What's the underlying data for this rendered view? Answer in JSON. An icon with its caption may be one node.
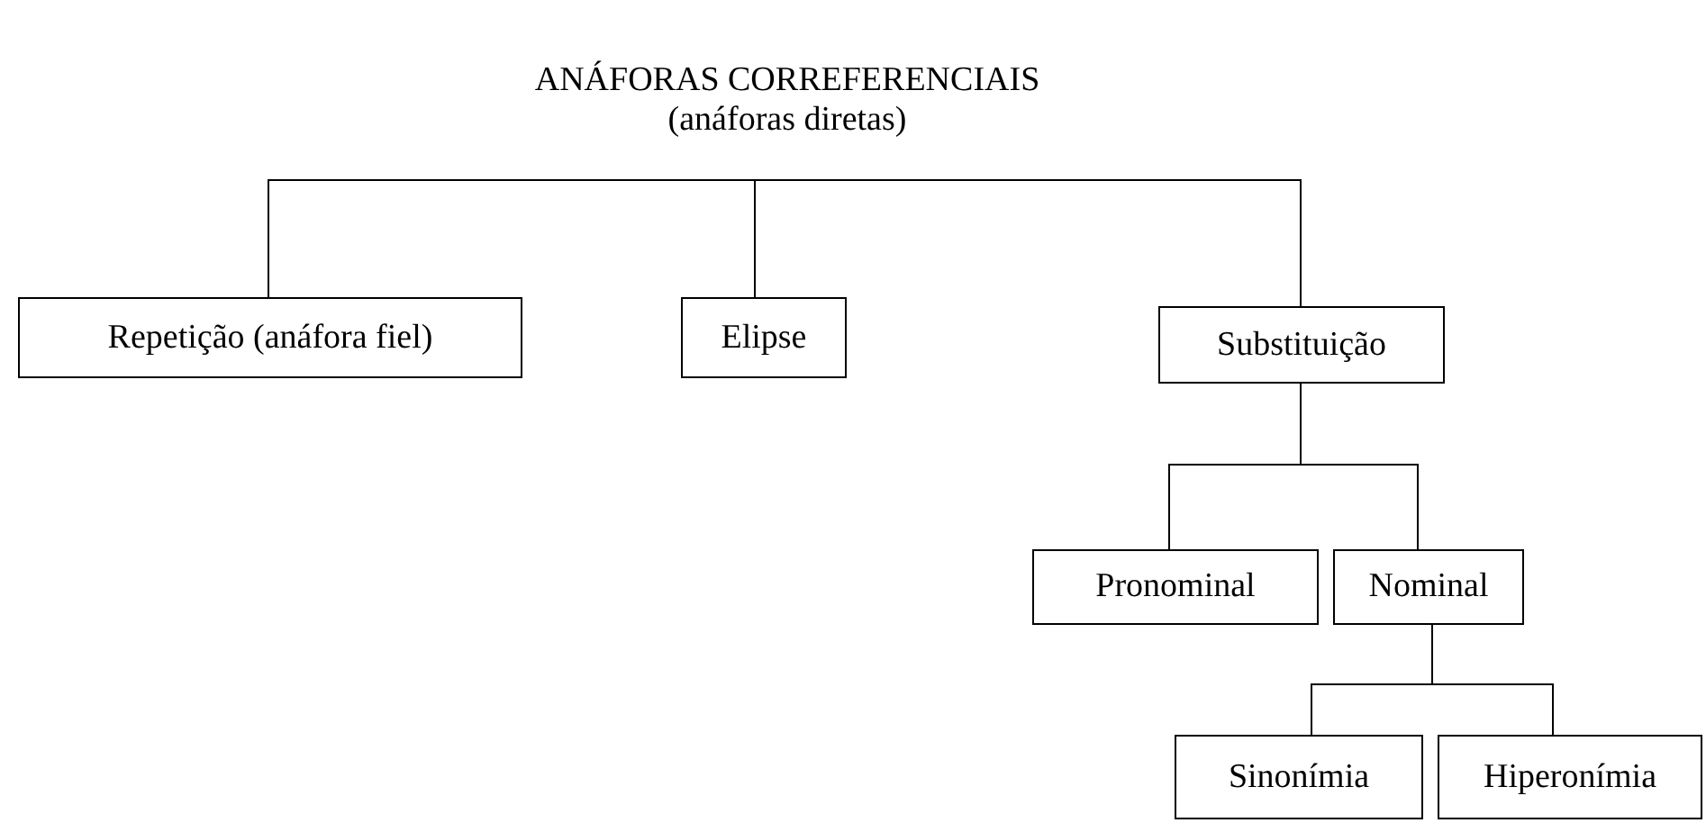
{
  "diagram": {
    "nodes": [
      {
        "text": [
          "ANÁFORAS CORREFERENCIAIS",
          "(anáforas diretas)"
        ]
      },
      {
        "text": [
          "Repetição (anáfora fiel)"
        ]
      },
      {
        "text": [
          "Elipse"
        ]
      },
      {
        "text": [
          "Substituição"
        ]
      },
      {
        "text": [
          "Pronominal"
        ]
      },
      {
        "text": [
          "Nominal"
        ]
      },
      {
        "text": [
          "Sinonímia"
        ]
      },
      {
        "text": [
          "Hiperonímia"
        ]
      }
    ],
    "edges": [
      {
        "from": 0,
        "to": 1,
        "arrow": "none"
      },
      {
        "from": 0,
        "to": 2,
        "arrow": "none"
      },
      {
        "from": 0,
        "to": 3,
        "arrow": "none"
      },
      {
        "from": 3,
        "to": 4,
        "arrow": "none"
      },
      {
        "from": 3,
        "to": 5,
        "arrow": "none"
      },
      {
        "from": 5,
        "to": 6,
        "arrow": "none"
      },
      {
        "from": 5,
        "to": 7,
        "arrow": "none"
      }
    ]
  }
}
